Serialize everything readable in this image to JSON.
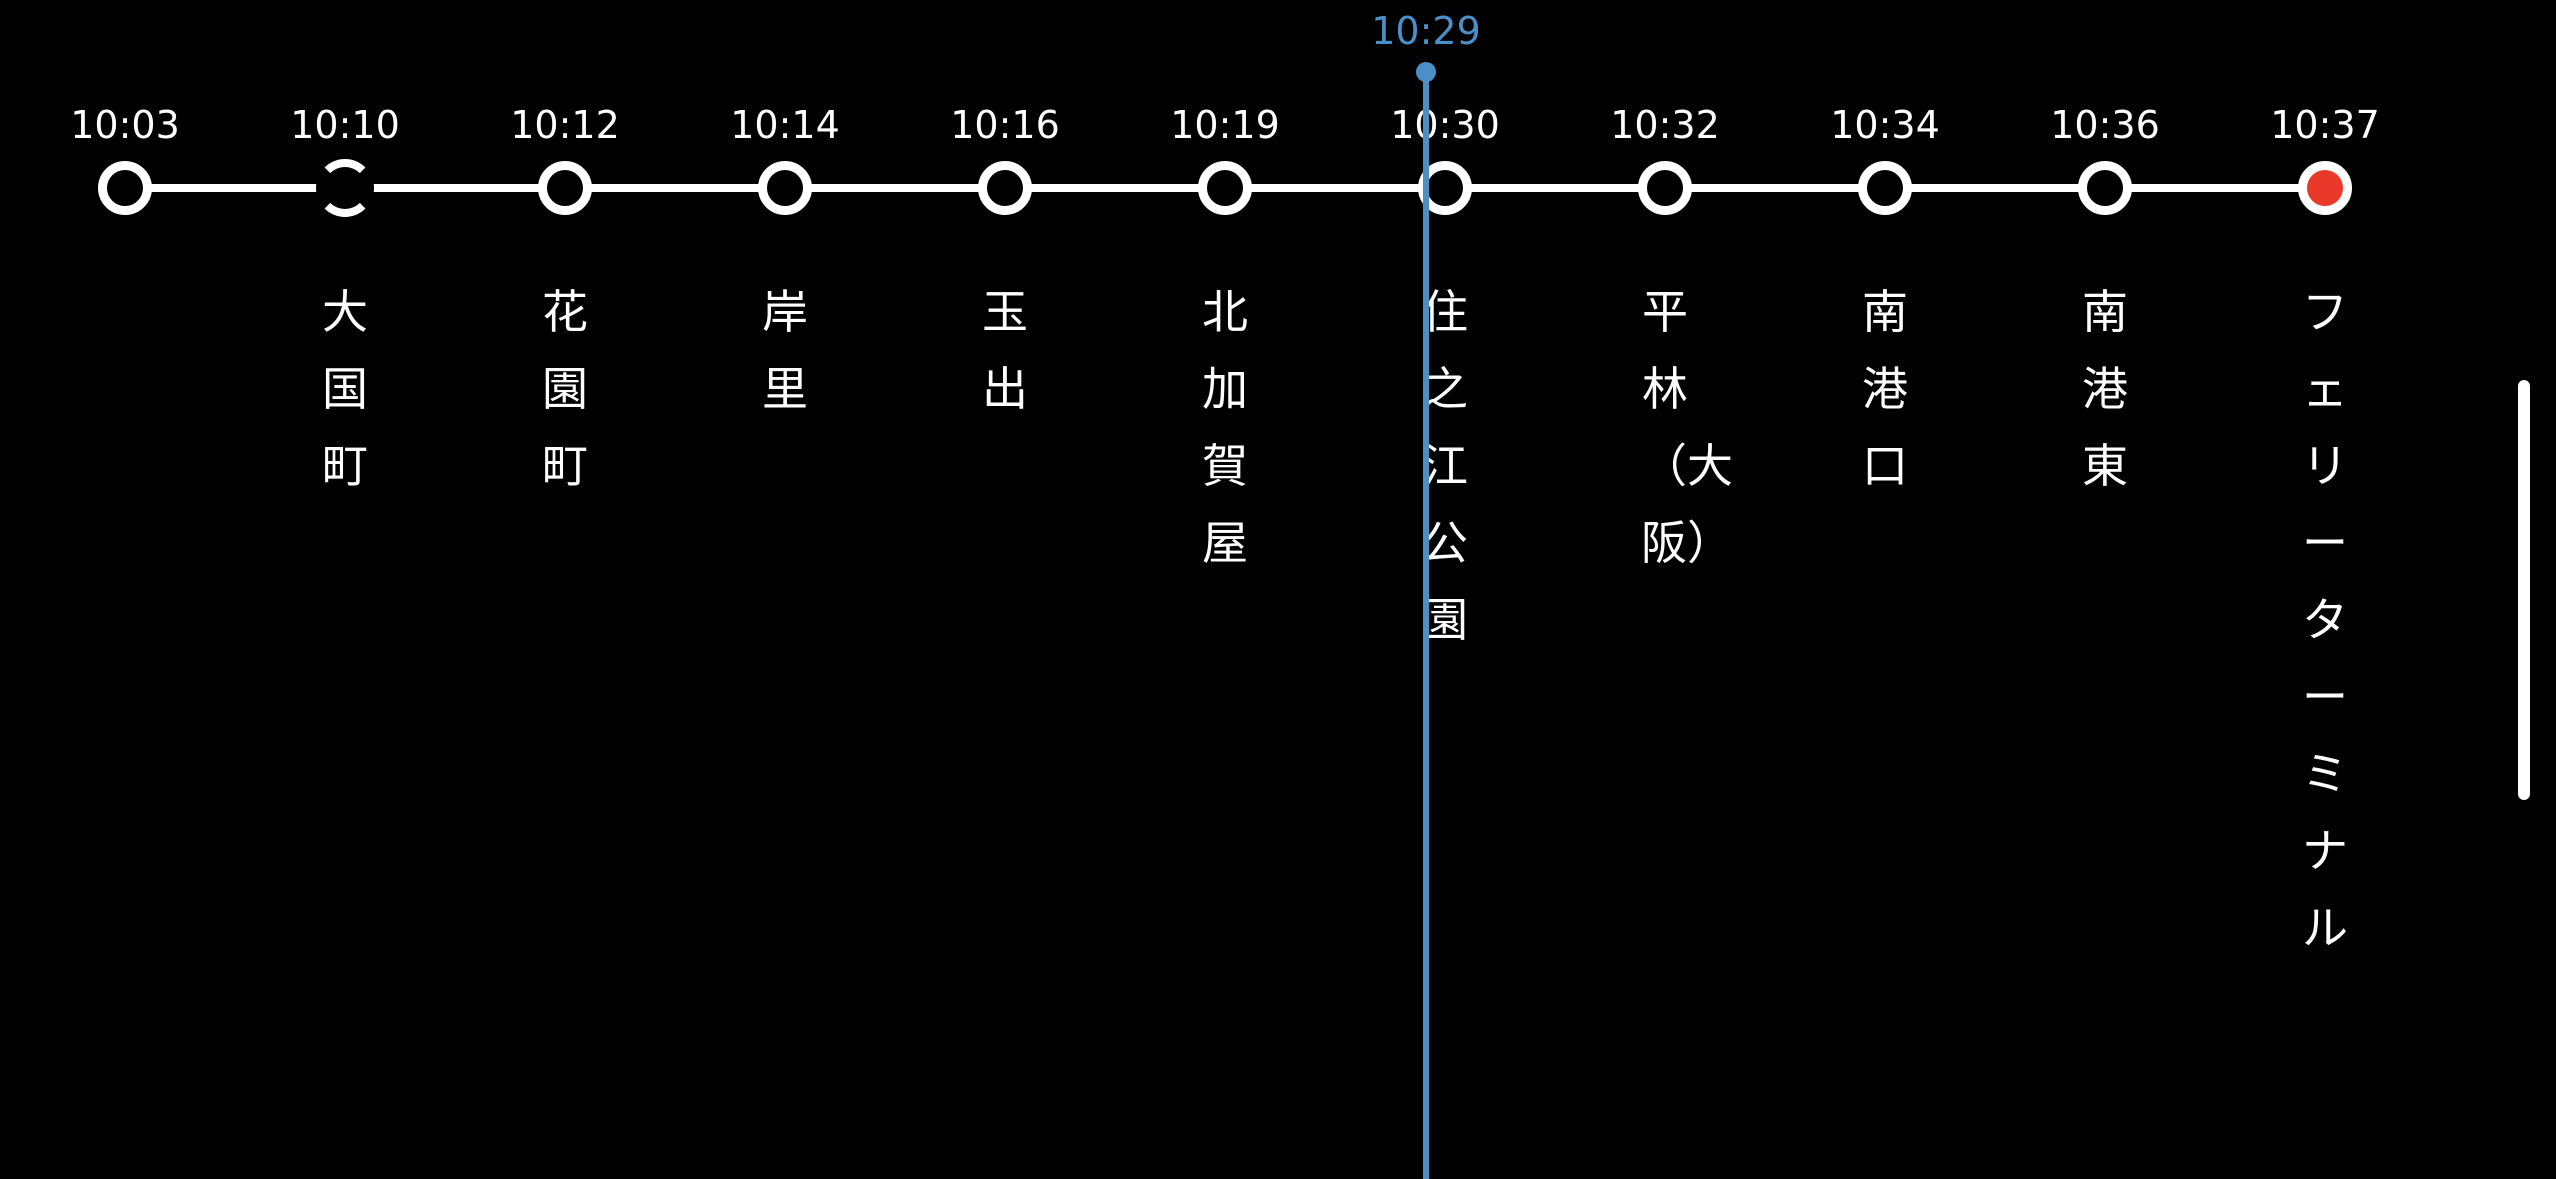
{
  "current_time": "10:29",
  "colors": {
    "background": "#000000",
    "line": "#ffffff",
    "now_indicator": "#4a90c8",
    "terminal_stop": "#e8392a"
  },
  "stations": [
    {
      "time": "10:03",
      "name": "",
      "state": "partial"
    },
    {
      "time": "10:10",
      "name": "大国町",
      "state": "current"
    },
    {
      "time": "10:12",
      "name": "花園町",
      "state": "normal"
    },
    {
      "time": "10:14",
      "name": "岸里",
      "state": "normal"
    },
    {
      "time": "10:16",
      "name": "玉出",
      "state": "normal"
    },
    {
      "time": "10:19",
      "name": "北加賀屋",
      "state": "normal"
    },
    {
      "time": "10:30",
      "name": "住之江公園",
      "state": "normal"
    },
    {
      "time": "10:32",
      "name": "平林（大阪）",
      "state": "normal"
    },
    {
      "time": "10:34",
      "name": "南港口",
      "state": "normal"
    },
    {
      "time": "10:36",
      "name": "南港東",
      "state": "normal"
    },
    {
      "time": "10:37",
      "name": "フェリーターミナル",
      "state": "terminal"
    }
  ]
}
